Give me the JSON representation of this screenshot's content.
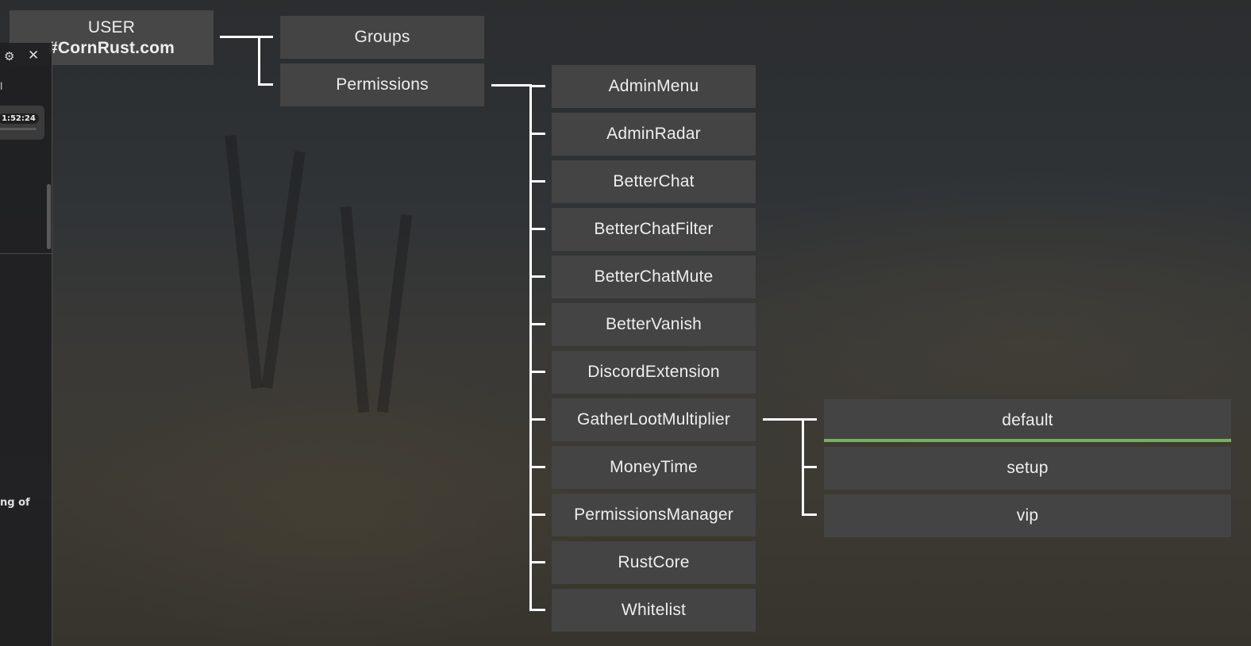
{
  "header": {
    "line1": "USER",
    "line2": "#CornRust.com"
  },
  "level1": [
    {
      "label": "Groups"
    },
    {
      "label": "Permissions"
    }
  ],
  "plugins": [
    {
      "label": "AdminMenu"
    },
    {
      "label": "AdminRadar"
    },
    {
      "label": "BetterChat"
    },
    {
      "label": "BetterChatFilter"
    },
    {
      "label": "BetterChatMute"
    },
    {
      "label": "BetterVanish"
    },
    {
      "label": "DiscordExtension"
    },
    {
      "label": "GatherLootMultiplier"
    },
    {
      "label": "MoneyTime"
    },
    {
      "label": "PermissionsManager"
    },
    {
      "label": "RustCore"
    },
    {
      "label": "Whitelist"
    }
  ],
  "groups": [
    {
      "label": "default",
      "selected": true
    },
    {
      "label": "setup",
      "selected": false
    },
    {
      "label": "vip",
      "selected": false
    }
  ],
  "side_panel": {
    "settings_icon": "gear-icon",
    "close_icon": "close-icon",
    "mark": "l",
    "time": "1:52:24",
    "snippet": "ng of"
  },
  "colors": {
    "box": "#444444",
    "text": "#eeeeee",
    "selected_accent": "#78b05a",
    "connector": "#ffffff"
  }
}
